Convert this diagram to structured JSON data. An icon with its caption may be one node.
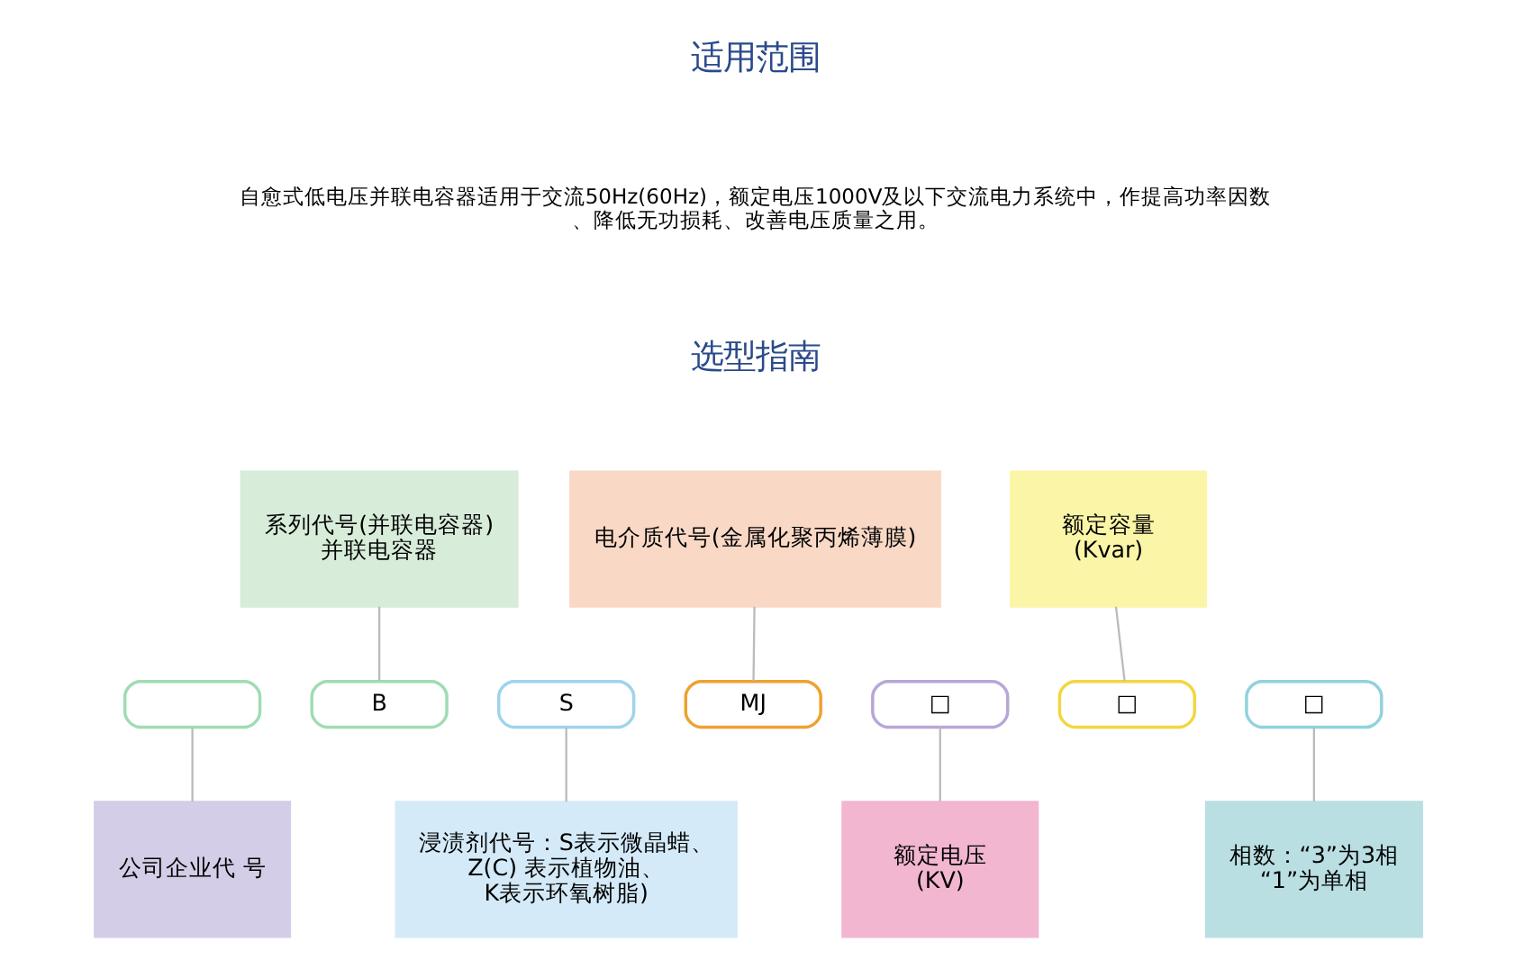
{
  "diagram": {
    "nodes": [
      {
        "text": [
          "系列代号(并联电容器)并联电容器"
        ]
      },
      {
        "text": [
          "电介质代号(金属化聚丙烯薄膜)"
        ]
      },
      {
        "text": [
          "额定容量(Kvar)"
        ]
      },
      {
        "text": [],
        "shape": "box"
      },
      {
        "text": [
          "B"
        ]
      },
      {
        "text": [
          "S"
        ]
      },
      {
        "text": [
          "MJ"
        ]
      },
      {
        "text": [
          "□"
        ]
      },
      {
        "text": [
          "□"
        ]
      },
      {
        "text": [
          "□"
        ]
      },
      {
        "text": [
          "公司企业代 号"
        ]
      },
      {
        "text": [
          "浸渍剂代号：S表示微晶蜡、Z(C) 表示植物油、K表示环氧树脂)"
        ]
      },
      {
        "text": [
          "额定电压(KV)"
        ]
      },
      {
        "text": [
          "相数：“3”为3相“1”为单相"
        ]
      }
    ],
    "edges": [
      {
        "from": 0,
        "to": 4,
        "arrow": "none"
      },
      {
        "from": 1,
        "to": 6,
        "arrow": "none"
      },
      {
        "from": 2,
        "to": 8,
        "arrow": "none"
      },
      {
        "from": 3,
        "to": 10,
        "arrow": "none"
      },
      {
        "from": 5,
        "to": 11,
        "arrow": "none"
      },
      {
        "from": 7,
        "to": 12,
        "arrow": "none"
      },
      {
        "from": 9,
        "to": 13,
        "arrow": "none"
      }
    ],
    "labels": [
      "适用范围",
      "自愈式低电压并联电容器适用于交流50Hz(60Hz)，额定电压1000V及以下交流电力系统中，作提高功率因数、降低无功损耗、改善电压质量之用。",
      "选型指南"
    ]
  }
}
